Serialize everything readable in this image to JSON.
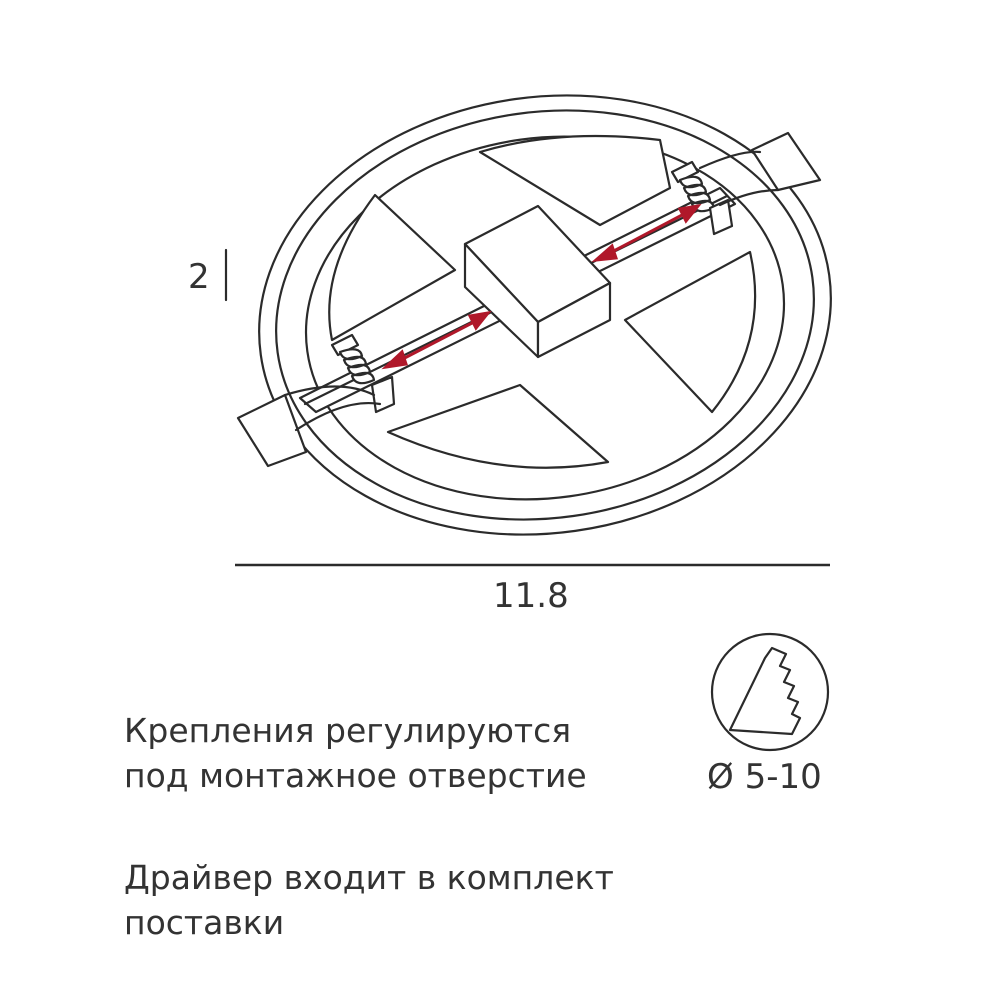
{
  "dimensions": {
    "height": "2",
    "width": "11.8"
  },
  "notes": [
    {
      "line1": "Крепления регулируются",
      "line2": "под монтажное отверстие"
    },
    {
      "line1": "Драйвер входит в комплект",
      "line2": "поставки"
    }
  ],
  "cutout": {
    "diameter_label": "Ø 5-10"
  },
  "colors": {
    "line": "#2b2b2b",
    "arrow": "#b0182a",
    "text": "#333333"
  },
  "icons": [
    "saw-blade-icon",
    "adjust-arrow-icon"
  ]
}
